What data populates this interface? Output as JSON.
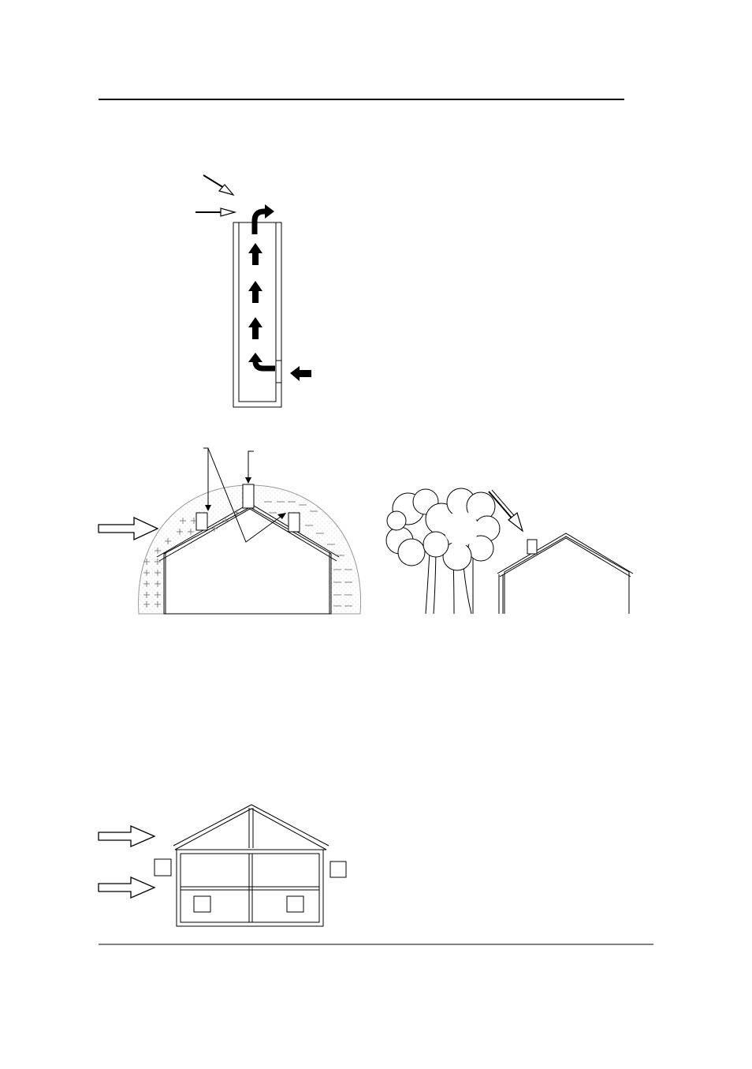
{
  "page": {
    "figures": [
      {
        "id": "chimney-draft-figure",
        "labels": []
      },
      {
        "id": "roof-pressure-zones-figure",
        "labels": []
      },
      {
        "id": "trees-downdraft-figure",
        "labels": []
      },
      {
        "id": "house-wind-cross-section-figure",
        "labels": []
      }
    ]
  },
  "icons": {
    "filled_arrow": "filled-arrow-icon",
    "outline_arrow": "outline-arrow-icon",
    "plus_sign": "positive-pressure-icon",
    "minus_sign": "negative-pressure-icon"
  },
  "colors": {
    "ink": "#000000",
    "stipple": "#b0b0b0",
    "paper": "#ffffff"
  }
}
